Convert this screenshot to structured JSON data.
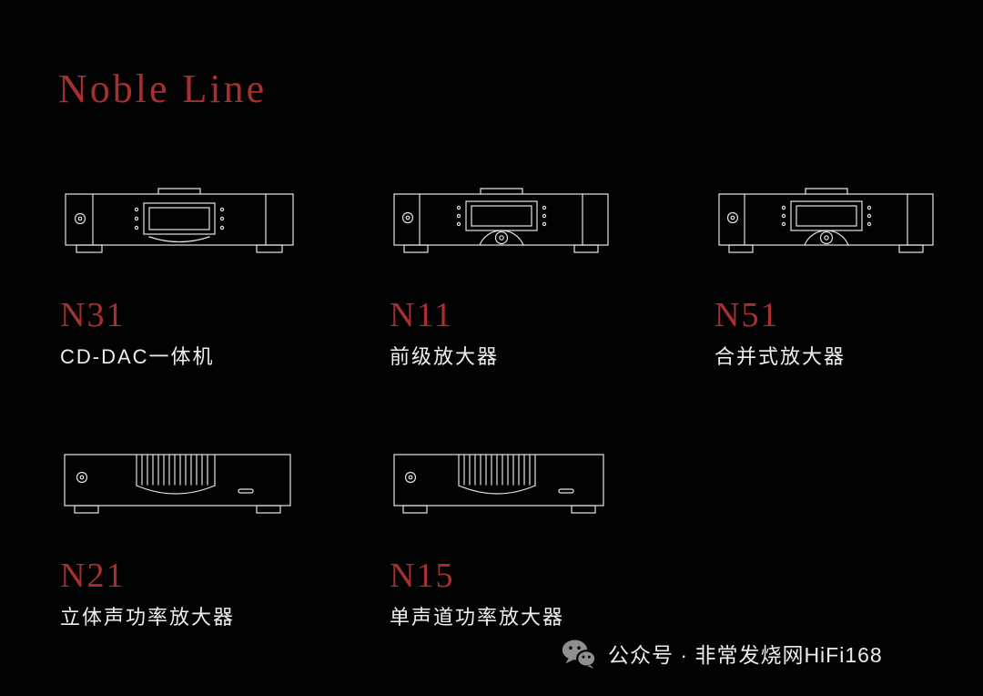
{
  "title": "Noble Line",
  "products": [
    {
      "model": "N31",
      "description": "CD-DAC一体机"
    },
    {
      "model": "N11",
      "description": "前级放大器"
    },
    {
      "model": "N51",
      "description": "合并式放大器"
    },
    {
      "model": "N21",
      "description": "立体声功率放大器"
    },
    {
      "model": "N15",
      "description": "单声道功率放大器"
    }
  ],
  "footer": {
    "wechat_label": "公众号 · 非常发烧网HiFi168"
  },
  "colors": {
    "accent_red": "#a63030",
    "line_white": "#e3e3e3",
    "background": "#000000"
  },
  "icons": {
    "footer_icon": "wechat-icon"
  }
}
